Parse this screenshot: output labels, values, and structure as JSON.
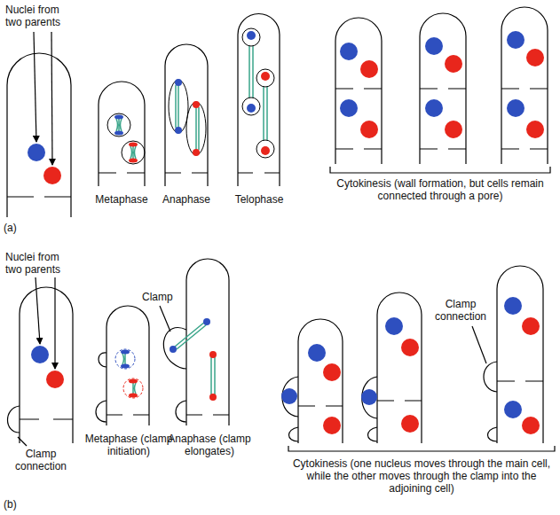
{
  "diagram": {
    "labels": [
      "Nuclei from two parents",
      "Metaphase",
      "Anaphase",
      "Telophase",
      "Cytokinesis (wall formation, but cells remain connected through a pore)",
      "(a)",
      "Nuclei from two parents",
      "Clamp connection",
      "Clamp",
      "Metaphase (clamp initiation)",
      "Anaphase (clamp elongates)",
      "Clamp connection",
      "Cytokinesis (one nucleus moves through the main cell, while the other moves through the clamp into the adjoining cell)",
      "(b)"
    ]
  }
}
